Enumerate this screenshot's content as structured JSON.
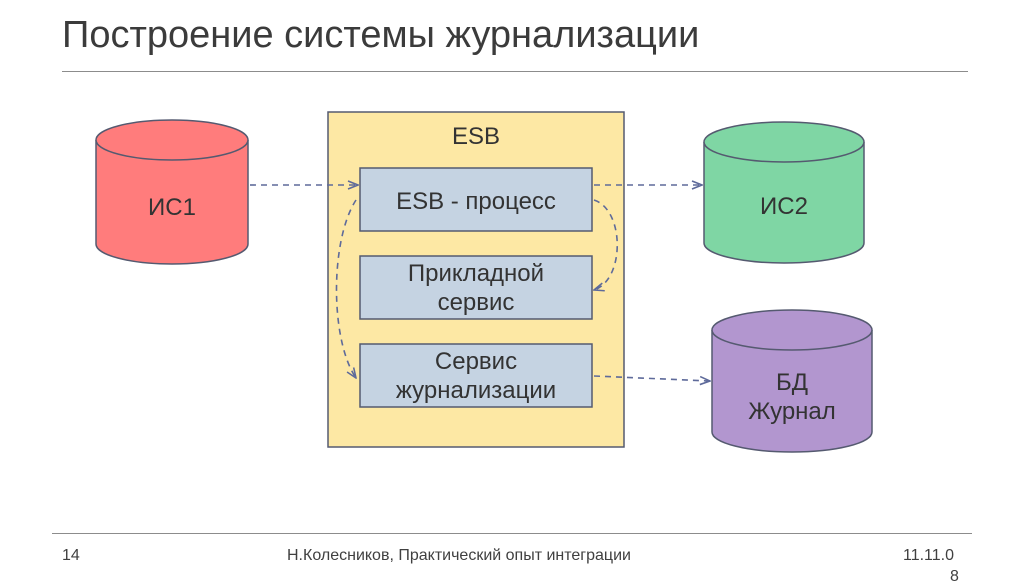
{
  "slide": {
    "title": "Построение системы журнализации"
  },
  "diagram": {
    "esb_container": "ESB",
    "esb_process": "ESB - процесс",
    "applied_service": [
      "Прикладной",
      "сервис"
    ],
    "logging_service": [
      "Сервис",
      "журнализации"
    ],
    "is1": "ИС1",
    "is2": "ИС2",
    "db_journal": [
      "БД",
      "Журнал"
    ],
    "colors": {
      "is1_fill": "#ff7c7c",
      "is2_fill": "#7fd6a4",
      "db_fill": "#b296cf",
      "esb_fill": "#fde8a4",
      "service_fill": "#c5d3e2",
      "arrow": "#5e6a9a"
    }
  },
  "footer": {
    "page_number": "14",
    "author": "Н.Колесников, Практический опыт интеграции",
    "date": "11.11.0",
    "date_wrap": "8"
  }
}
